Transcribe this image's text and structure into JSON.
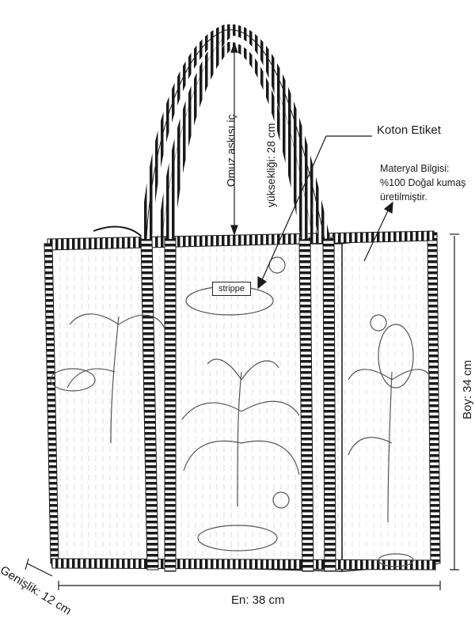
{
  "annotations": {
    "handle_height_line1": "Omuz askısı iç",
    "handle_height_line2": "yüksekliği: 28 cm",
    "cotton_tag": "Koton Etiket",
    "material_line1": "Materyal Bilgisi:",
    "material_line2": "%100 Doğal kumaş",
    "material_line3": "üretilmiştir.",
    "height": "Boy: 34 cm",
    "width": "En: 38 cm",
    "depth": "Genişlik: 12 cm"
  },
  "bag": {
    "brand_tag": "strippe",
    "print_motif": "jungle-leopard-palm",
    "trim_style": "black-white-stripes"
  },
  "colors": {
    "ink": "#1a1a1a",
    "paper": "#ffffff",
    "trim_dark": "#1a1a1a"
  }
}
